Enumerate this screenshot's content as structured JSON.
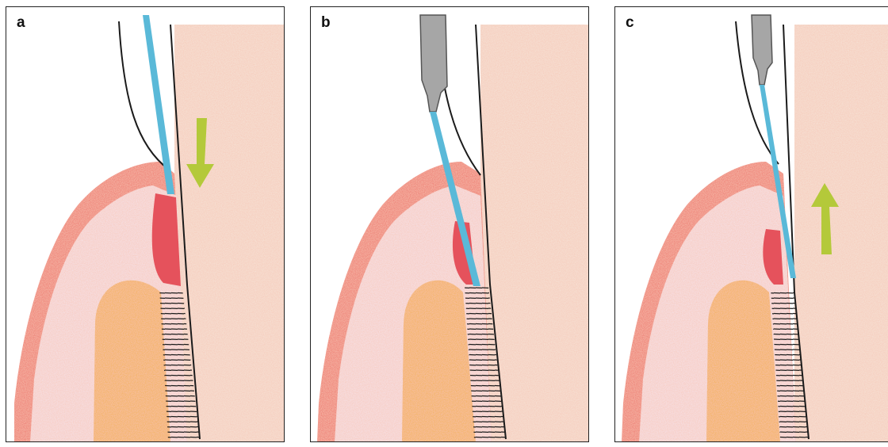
{
  "panels": [
    {
      "label": "a",
      "arrow": "down"
    },
    {
      "label": "b",
      "arrow": "none"
    },
    {
      "label": "c",
      "arrow": "up"
    }
  ],
  "colors": {
    "tooth_texture": "#f6e0d3",
    "gingiva_outer": "#ef8277",
    "gingiva_inner": "#f7dfe2",
    "bone": "#f4b464",
    "pocket_red": "#e5525c",
    "probe_blue": "#5ab9d8",
    "arrow_green": "#b4c93a",
    "handle_gray": "#a6a6a6",
    "outline": "#1b1b1b"
  }
}
